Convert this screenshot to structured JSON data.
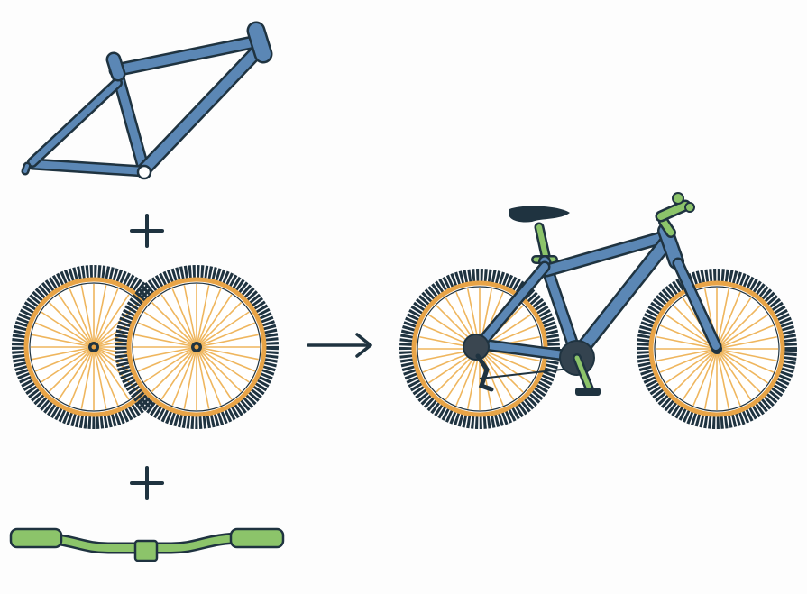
{
  "diagram": {
    "parts": [
      "frame",
      "wheels",
      "handlebar"
    ],
    "operators": [
      "+",
      "+"
    ],
    "result": "bicycle",
    "arrow": "right-arrow"
  },
  "colors": {
    "frame": "#5b87b5",
    "outline": "#1f3340",
    "rim": "#e8a447",
    "spoke": "#efb65e",
    "accent_green": "#8cc46a",
    "background": "#fdfdfd"
  }
}
